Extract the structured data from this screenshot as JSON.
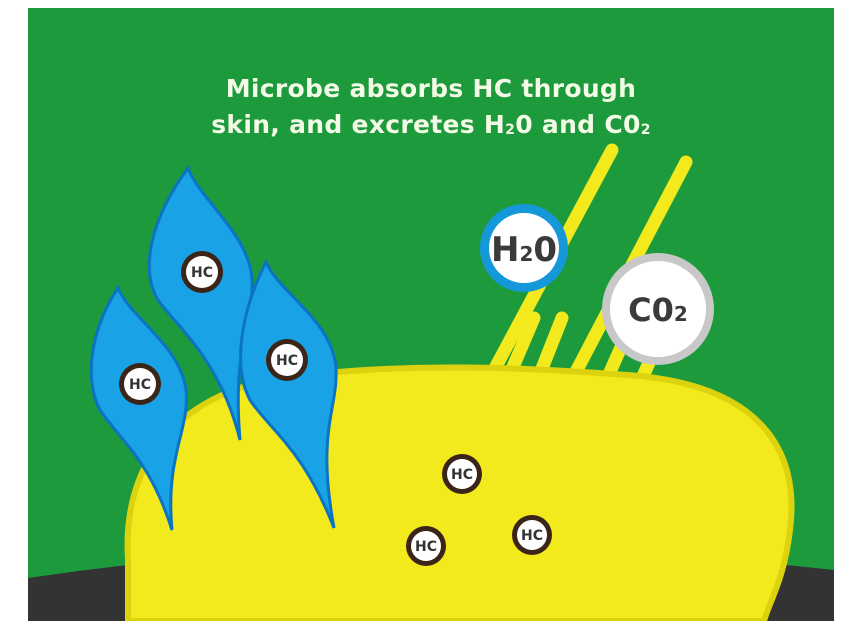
{
  "caption": {
    "line1": "Microbe absorbs HC through",
    "line2_prefix": "skin, and excretes H",
    "line2_sub1": "2",
    "line2_mid": "0 and C0",
    "line2_sub2": "2"
  },
  "hc_label": "HC",
  "molecules": {
    "water": {
      "main": "H",
      "sub": "2",
      "tail": "0"
    },
    "co2": {
      "main": "C0",
      "sub": "2",
      "tail": ""
    }
  },
  "colors": {
    "background_green": "#1c9a3c",
    "ground": "#333333",
    "microbe_yellow": "#f2ea1c",
    "microbe_outline": "#dcd30e",
    "drop_blue": "#1aa2e6",
    "drop_blue_dark": "#0b74c2",
    "hc_ring": "#3b2418",
    "water_ring": "#1598da",
    "co2_ring": "#c8c8c8"
  }
}
